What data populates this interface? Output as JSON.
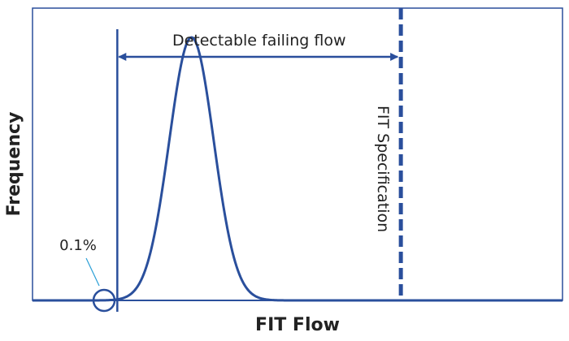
{
  "chart_data": {
    "type": "line",
    "title": "",
    "xlabel": "FIT Flow",
    "ylabel": "Frequency",
    "xlim": [
      0,
      100
    ],
    "ylim": [
      0,
      100
    ],
    "grid": false,
    "curve": {
      "shape": "gaussian",
      "mean": 30,
      "sd": 4.2,
      "peak": 90,
      "x_start": 0,
      "x_end": 100
    },
    "annotations": {
      "range_label": "Detectable failing flow",
      "range_start": 16,
      "range_end": 69.5,
      "spec_label": "FIT Specification",
      "spec_x": 69.5,
      "threshold_x": 16,
      "tail_label": "0.1%",
      "tail_x": 13.5
    },
    "colors": {
      "curve": "#2a4f9c",
      "lines": "#2a4f9c",
      "frame": "#2a4f9c",
      "text": "#222222"
    }
  }
}
